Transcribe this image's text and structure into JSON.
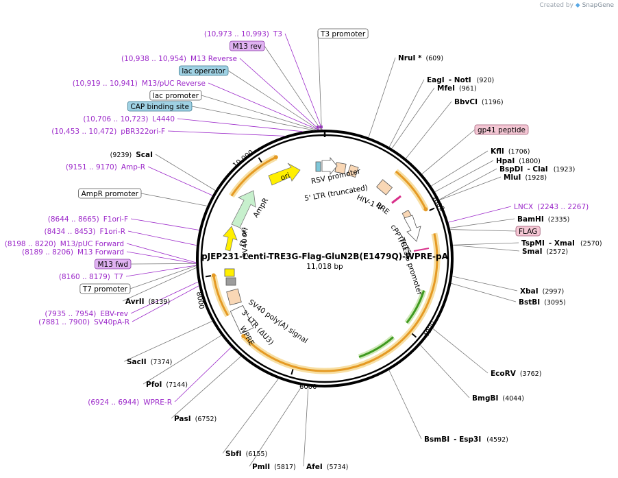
{
  "credit": {
    "prefix": "Created by",
    "brand": "SnapGene"
  },
  "plasmid": {
    "name": "pJEP231-Lenti-TRE3G-Flag-GluN2B(E1479Q)-WPRE-pA",
    "size": "11,018 bp",
    "total": 11018
  },
  "ticks": [
    {
      "bp": 2000,
      "label": "2000"
    },
    {
      "bp": 4000,
      "label": "4000"
    },
    {
      "bp": 6000,
      "label": "6000"
    },
    {
      "bp": 8000,
      "label": "8000"
    },
    {
      "bp": 10000,
      "label": "10,000"
    }
  ],
  "colors": {
    "arc": "#e59a24",
    "arcGlow": "#f7dfa4",
    "purple": "#9b27c9",
    "green": "#3f9a1f"
  },
  "labels": [
    {
      "id": "T3",
      "kind": "feature",
      "text": "T3",
      "range": "(10,973 .. 10,993)",
      "box": "none",
      "bp": 10983
    },
    {
      "id": "T3-promoter",
      "kind": "feature",
      "text": "T3 promoter",
      "box": "white",
      "bp": 10975
    },
    {
      "id": "M13-rev",
      "kind": "feature",
      "text": "M13 rev",
      "box": "purple",
      "bp": 10965
    },
    {
      "id": "M13-Reverse",
      "kind": "feature",
      "text": "M13 Reverse",
      "range": "(10,938 .. 10,954)",
      "box": "none",
      "bp": 10946
    },
    {
      "id": "lac-operator",
      "kind": "feature",
      "text": "lac operator",
      "box": "blue",
      "bp": 10935
    },
    {
      "id": "M13-pUC-Reverse",
      "kind": "feature",
      "text": "M13/pUC Reverse",
      "range": "(10,919 .. 10,941)",
      "box": "none",
      "bp": 10930
    },
    {
      "id": "lac-promoter",
      "kind": "feature",
      "text": "lac promoter",
      "box": "white",
      "bp": 10900
    },
    {
      "id": "CAP-binding-site",
      "kind": "feature",
      "text": "CAP binding site",
      "box": "blue",
      "bp": 10860
    },
    {
      "id": "L4440",
      "kind": "feature",
      "text": "L4440",
      "range": "(10,706 .. 10,723)",
      "box": "none",
      "bp": 10714
    },
    {
      "id": "pBR322ori-F",
      "kind": "feature",
      "text": "pBR322ori-F",
      "range": "(10,453 .. 10,472)",
      "box": "none",
      "bp": 10462
    },
    {
      "id": "NruI",
      "kind": "enzyme",
      "text": "NruI *",
      "pos": "(609)",
      "bp": 609
    },
    {
      "id": "EagI-NotI",
      "kind": "enzyme",
      "text": "EagI",
      "text2": "- NotI",
      "pos": "(920)",
      "bp": 920
    },
    {
      "id": "MfeI",
      "kind": "enzyme",
      "text": "MfeI",
      "pos": "(961)",
      "bp": 961
    },
    {
      "id": "BbvCI",
      "kind": "enzyme",
      "text": "BbvCI",
      "pos": "(1196)",
      "bp": 1196
    },
    {
      "id": "gp41-peptide",
      "kind": "feature",
      "text": "gp41 peptide",
      "box": "pink",
      "bp": 1500
    },
    {
      "id": "KflI",
      "kind": "enzyme",
      "text": "KflI",
      "pos": "(1706)",
      "bp": 1706
    },
    {
      "id": "HpaI",
      "kind": "enzyme",
      "text": "HpaI",
      "pos": "(1800)",
      "bp": 1800
    },
    {
      "id": "BspDI-ClaI",
      "kind": "enzyme",
      "text": "BspDI",
      "text2": "- ClaI",
      "pos": "(1923)",
      "bp": 1923
    },
    {
      "id": "MluI",
      "kind": "enzyme",
      "text": "MluI",
      "pos": "(1928)",
      "bp": 1928
    },
    {
      "id": "LNCX",
      "kind": "feature",
      "text": "LNCX",
      "range": "(2243 .. 2267)",
      "box": "none",
      "bp": 2255
    },
    {
      "id": "BamHI",
      "kind": "enzyme",
      "text": "BamHI",
      "pos": "(2335)",
      "bp": 2335
    },
    {
      "id": "FLAG",
      "kind": "feature",
      "text": "FLAG",
      "box": "pink",
      "bp": 2355
    },
    {
      "id": "TspMI-XmaI",
      "kind": "enzyme",
      "text": "TspMI",
      "text2": "- XmaI",
      "pos": "(2570)",
      "bp": 2570
    },
    {
      "id": "SmaI",
      "kind": "enzyme",
      "text": "SmaI",
      "pos": "(2572)",
      "bp": 2572
    },
    {
      "id": "XbaI",
      "kind": "enzyme",
      "text": "XbaI",
      "pos": "(2997)",
      "bp": 2997
    },
    {
      "id": "BstBI",
      "kind": "enzyme",
      "text": "BstBI",
      "pos": "(3095)",
      "bp": 3095
    },
    {
      "id": "EcoRV",
      "kind": "enzyme",
      "text": "EcoRV",
      "pos": "(3762)",
      "bp": 3762
    },
    {
      "id": "BmgBI",
      "kind": "enzyme",
      "text": "BmgBI",
      "pos": "(4044)",
      "bp": 4044
    },
    {
      "id": "BsmBI-Esp3I",
      "kind": "enzyme",
      "text": "BsmBI",
      "text2": "- Esp3I",
      "pos": "(4592)",
      "bp": 4592
    },
    {
      "id": "AfeI",
      "kind": "enzyme",
      "text": "AfeI",
      "pos": "(5734)",
      "bp": 5734
    },
    {
      "id": "PmlI",
      "kind": "enzyme",
      "text": "PmlI",
      "pos": "(5817)",
      "bp": 5817
    },
    {
      "id": "SbfI",
      "kind": "enzyme",
      "text": "SbfI",
      "pos": "(6155)",
      "bp": 6155
    },
    {
      "id": "PasI",
      "kind": "enzyme",
      "text": "PasI",
      "pos": "(6752)",
      "bp": 6752
    },
    {
      "id": "WPRE-R",
      "kind": "feature",
      "text": "WPRE-R",
      "range": "(6924 .. 6944)",
      "box": "none",
      "bp": 6934
    },
    {
      "id": "PfoI",
      "kind": "enzyme",
      "text": "PfoI",
      "pos": "(7144)",
      "bp": 7144
    },
    {
      "id": "SacII",
      "kind": "enzyme",
      "text": "SacII",
      "pos": "(7374)",
      "bp": 7374
    },
    {
      "id": "SV40pA-R",
      "kind": "feature",
      "text": "SV40pA-R",
      "range": "(7881 .. 7900)",
      "box": "none",
      "bp": 7890
    },
    {
      "id": "EBV-rev",
      "kind": "feature",
      "text": "EBV-rev",
      "range": "(7935 .. 7954)",
      "box": "none",
      "bp": 7944
    },
    {
      "id": "AvrII",
      "kind": "enzyme",
      "text": "AvrII",
      "pos": "(8139)",
      "bp": 8139
    },
    {
      "id": "T7-promoter",
      "kind": "feature",
      "text": "T7 promoter",
      "box": "white",
      "bp": 8165
    },
    {
      "id": "T7",
      "kind": "feature",
      "text": "T7",
      "range": "(8160 .. 8179)",
      "box": "none",
      "bp": 8170
    },
    {
      "id": "M13-fwd",
      "kind": "feature",
      "text": "M13 fwd",
      "box": "purple",
      "bp": 8195
    },
    {
      "id": "M13-Forward",
      "kind": "feature",
      "text": "M13 Forward",
      "range": "(8189 .. 8206)",
      "box": "none",
      "bp": 8197
    },
    {
      "id": "M13-pUC-Forward",
      "kind": "feature",
      "text": "M13/pUC Forward",
      "range": "(8198 .. 8220)",
      "box": "none",
      "bp": 8209
    },
    {
      "id": "F1ori-R",
      "kind": "feature",
      "text": "F1ori-R",
      "range": "(8434 .. 8453)",
      "box": "none",
      "bp": 8443
    },
    {
      "id": "F1ori-F",
      "kind": "feature",
      "text": "F1ori-F",
      "range": "(8644 .. 8665)",
      "box": "none",
      "bp": 8654
    },
    {
      "id": "AmpR-promoter",
      "kind": "feature",
      "text": "AmpR promoter",
      "box": "white",
      "bp": 9000
    },
    {
      "id": "Amp-R",
      "kind": "feature",
      "text": "Amp-R",
      "range": "(9151 .. 9170)",
      "box": "none",
      "bp": 9160
    },
    {
      "id": "ScaI",
      "kind": "enzyme",
      "text": "ScaI",
      "pos": "(9239)",
      "bp": 9239
    }
  ],
  "inner_labels": [
    {
      "id": "ori",
      "text": "ori"
    },
    {
      "id": "AmpR",
      "text": "AmpR"
    },
    {
      "id": "f1-ori",
      "text": "f1 ori"
    },
    {
      "id": "SV40-ori",
      "text": "SV40 ori"
    },
    {
      "id": "RSV-promoter",
      "text": "RSV promoter"
    },
    {
      "id": "5-LTR",
      "text": "5' LTR (truncated)"
    },
    {
      "id": "HIV-1-psi",
      "text": "HIV-1 Ψ"
    },
    {
      "id": "RRE",
      "text": "RRE"
    },
    {
      "id": "cPPT-CTS",
      "text": "cPPT/CTS"
    },
    {
      "id": "TRE3G-promoter",
      "text": "TRE3G promoter"
    },
    {
      "id": "SV40-polyA",
      "text": "SV40 poly(A) signal"
    },
    {
      "id": "3-LTR",
      "text": "3' LTR (ΔU3)"
    },
    {
      "id": "WPRE",
      "text": "WPRE"
    }
  ],
  "orange_arcs": [
    {
      "from": 1200,
      "to": 1960
    },
    {
      "from": 2360,
      "to": 6930
    },
    {
      "from": 7330,
      "to": 8000
    },
    {
      "from": 9300,
      "to": 10230
    }
  ],
  "green_arcs": [
    {
      "from": 3300,
      "to": 3920
    },
    {
      "from": 4250,
      "to": 4920
    }
  ]
}
